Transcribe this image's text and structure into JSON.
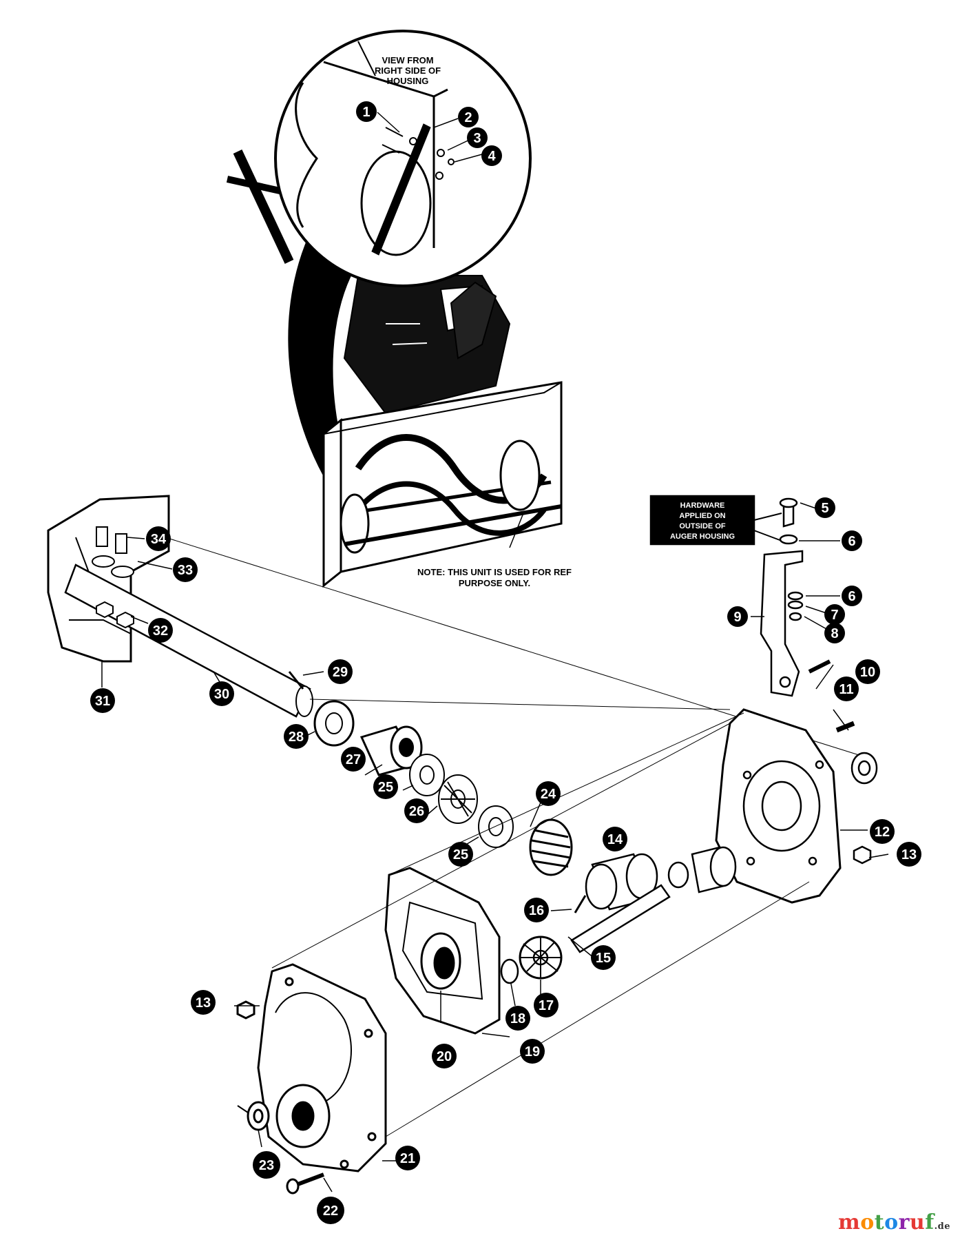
{
  "view_label": [
    "VIEW FROM",
    "RIGHT SIDE OF",
    "HOUSING"
  ],
  "note_label": [
    "NOTE: THIS UNIT IS USED FOR REF",
    "PURPOSE ONLY."
  ],
  "hardware_label": [
    "HARDWARE",
    "APPLIED ON",
    "OUTSIDE OF",
    "AUGER HOUSING"
  ],
  "callouts": [
    {
      "id": "c1",
      "n": "1"
    },
    {
      "id": "c2",
      "n": "2"
    },
    {
      "id": "c3",
      "n": "3"
    },
    {
      "id": "c4",
      "n": "4"
    },
    {
      "id": "c5",
      "n": "5"
    },
    {
      "id": "c6a",
      "n": "6"
    },
    {
      "id": "c6b",
      "n": "6"
    },
    {
      "id": "c7",
      "n": "7"
    },
    {
      "id": "c8",
      "n": "8"
    },
    {
      "id": "c9",
      "n": "9"
    },
    {
      "id": "c10",
      "n": "10"
    },
    {
      "id": "c11",
      "n": "11"
    },
    {
      "id": "c12",
      "n": "12"
    },
    {
      "id": "c13a",
      "n": "13"
    },
    {
      "id": "c13b",
      "n": "13"
    },
    {
      "id": "c14",
      "n": "14"
    },
    {
      "id": "c15",
      "n": "15"
    },
    {
      "id": "c16",
      "n": "16"
    },
    {
      "id": "c17",
      "n": "17"
    },
    {
      "id": "c18",
      "n": "18"
    },
    {
      "id": "c19",
      "n": "19"
    },
    {
      "id": "c20",
      "n": "20"
    },
    {
      "id": "c21",
      "n": "21"
    },
    {
      "id": "c22",
      "n": "22"
    },
    {
      "id": "c23",
      "n": "23"
    },
    {
      "id": "c24",
      "n": "24"
    },
    {
      "id": "c25a",
      "n": "25"
    },
    {
      "id": "c25b",
      "n": "25"
    },
    {
      "id": "c26",
      "n": "26"
    },
    {
      "id": "c27",
      "n": "27"
    },
    {
      "id": "c28",
      "n": "28"
    },
    {
      "id": "c29",
      "n": "29"
    },
    {
      "id": "c30",
      "n": "30"
    },
    {
      "id": "c31",
      "n": "31"
    },
    {
      "id": "c32",
      "n": "32"
    },
    {
      "id": "c33",
      "n": "33"
    },
    {
      "id": "c34",
      "n": "34"
    }
  ],
  "watermark": {
    "letters": [
      {
        "ch": "m",
        "color": "#e53935"
      },
      {
        "ch": "o",
        "color": "#fb8c00"
      },
      {
        "ch": "t",
        "color": "#43a047"
      },
      {
        "ch": "o",
        "color": "#1e88e5"
      },
      {
        "ch": "r",
        "color": "#8e24aa"
      },
      {
        "ch": "u",
        "color": "#e53935"
      },
      {
        "ch": "f",
        "color": "#43a047"
      }
    ],
    "suffix": ".de"
  }
}
